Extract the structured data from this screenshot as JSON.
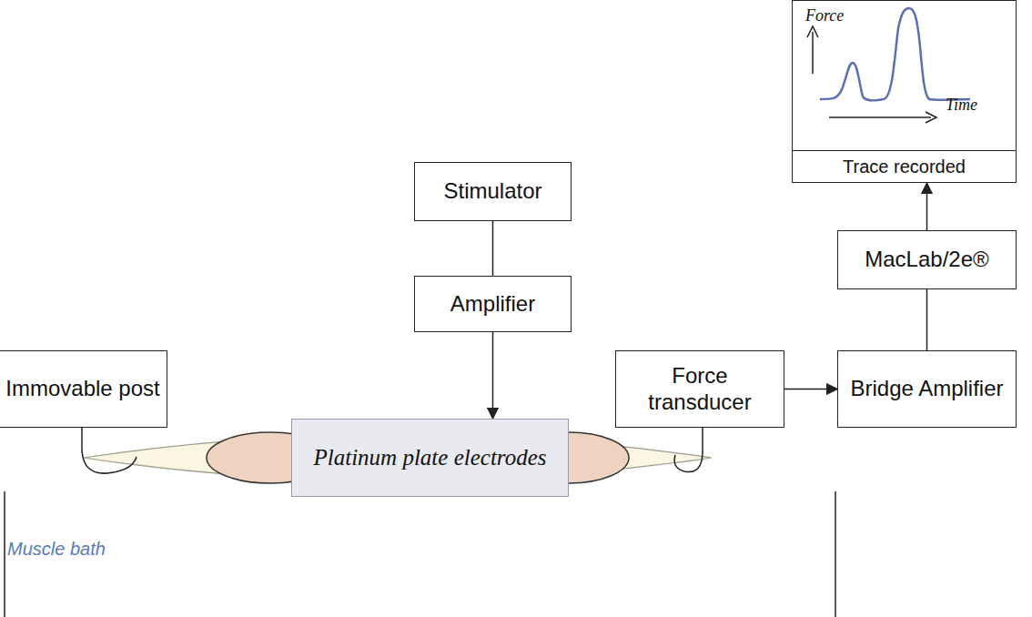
{
  "diagram": {
    "nodes": [
      {
        "text": [
          "Force",
          "Time"
        ]
      },
      {
        "text": [
          "Trace recorded"
        ]
      },
      {
        "text": [
          "Stimulator"
        ]
      },
      {
        "text": [
          "MacLab/2e®"
        ]
      },
      {
        "text": [
          "Amplifier"
        ]
      },
      {
        "text": [
          "Force transducer"
        ]
      },
      {
        "text": [
          "Bridge Amplifier"
        ]
      },
      {
        "text": [
          "Immovable post"
        ]
      },
      {
        "text": [
          "Platinum plate electrodes"
        ]
      }
    ],
    "edges": [
      {
        "from": 2,
        "to": 4,
        "arrow": "none"
      },
      {
        "from": 4,
        "to": 8,
        "arrow": "to"
      },
      {
        "from": 5,
        "to": 6,
        "arrow": "to"
      },
      {
        "from": 6,
        "to": 3,
        "arrow": "none"
      },
      {
        "from": 3,
        "to": 1,
        "arrow": "to"
      }
    ],
    "labels": [
      "Muscle bath"
    ]
  }
}
